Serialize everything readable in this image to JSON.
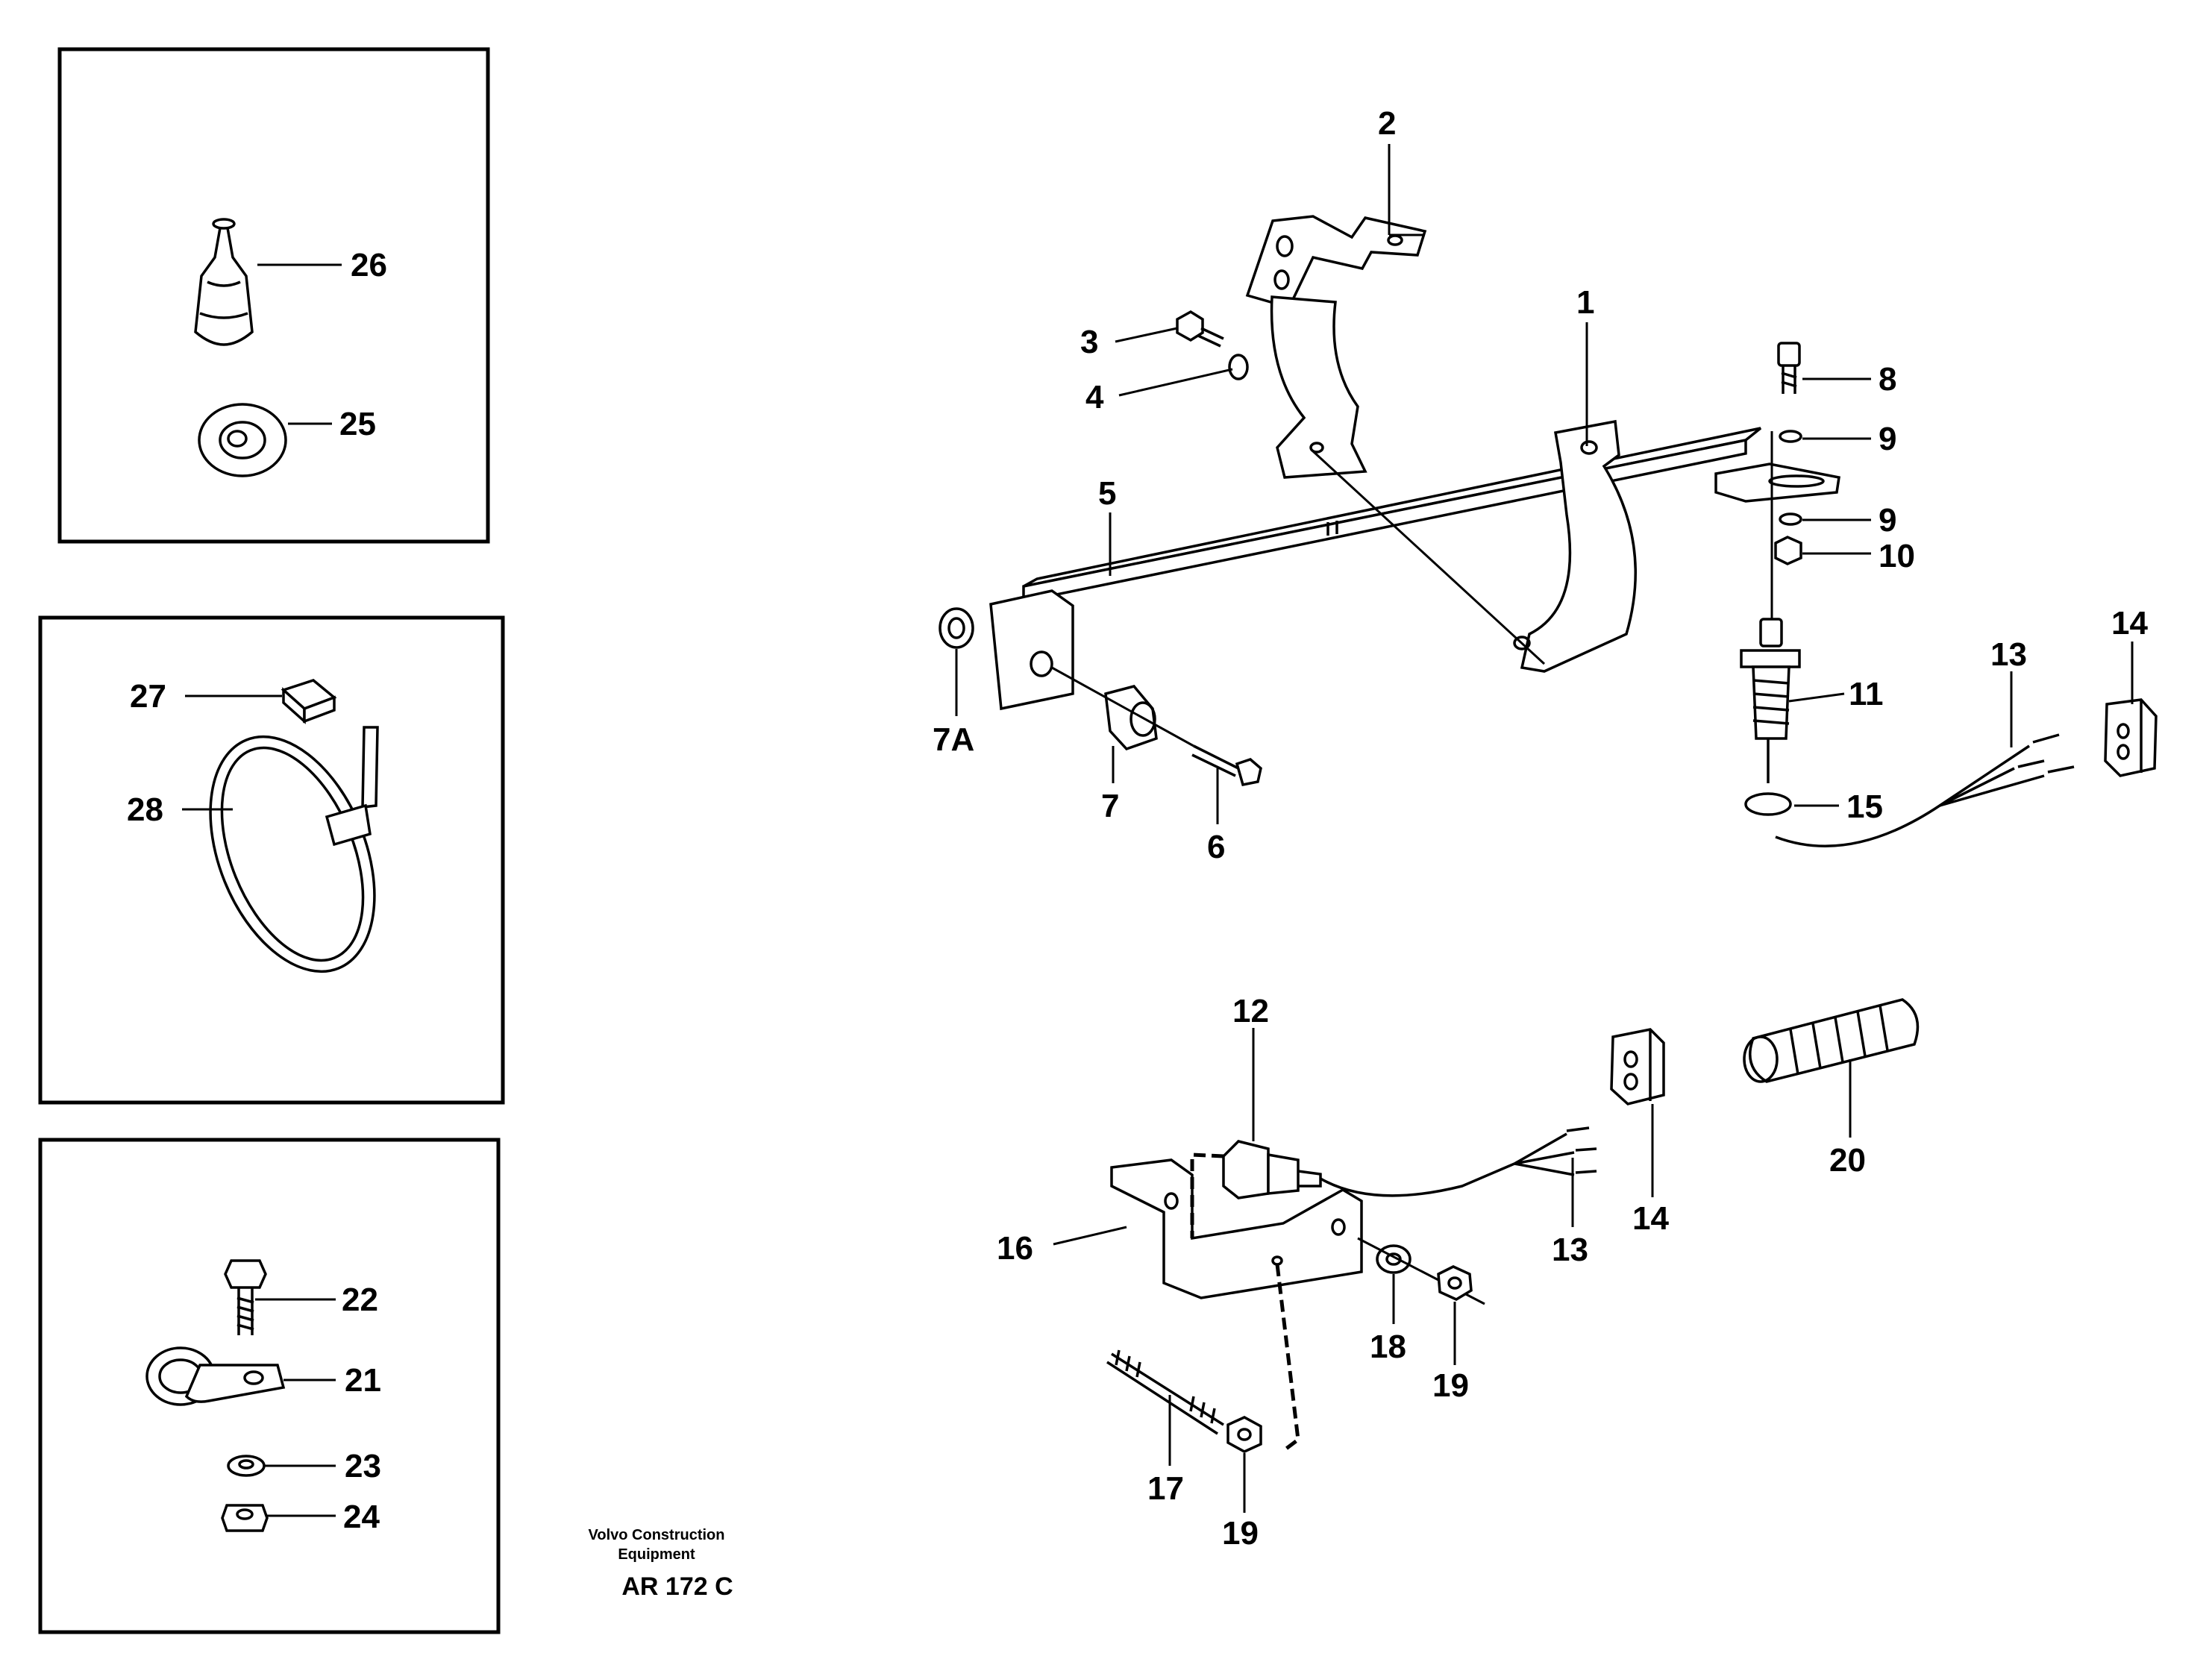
{
  "labels": {
    "p1": "1",
    "p2": "2",
    "p3": "3",
    "p4": "4",
    "p5": "5",
    "p6": "6",
    "p7": "7",
    "p7a": "7A",
    "p8": "8",
    "p9a": "9",
    "p9b": "9",
    "p10": "10",
    "p11": "11",
    "p12": "12",
    "p13a": "13",
    "p13b": "13",
    "p14a": "14",
    "p14b": "14",
    "p15": "15",
    "p16": "16",
    "p17": "17",
    "p18": "18",
    "p19a": "19",
    "p19b": "19",
    "p20": "20",
    "p21": "21",
    "p22": "22",
    "p23": "23",
    "p24": "24",
    "p25": "25",
    "p26": "26",
    "p27": "27",
    "p28": "28"
  },
  "footer": {
    "company_line1": "Volvo Construction",
    "company_line2": "Equipment",
    "drawing_code": "AR 172 C"
  }
}
